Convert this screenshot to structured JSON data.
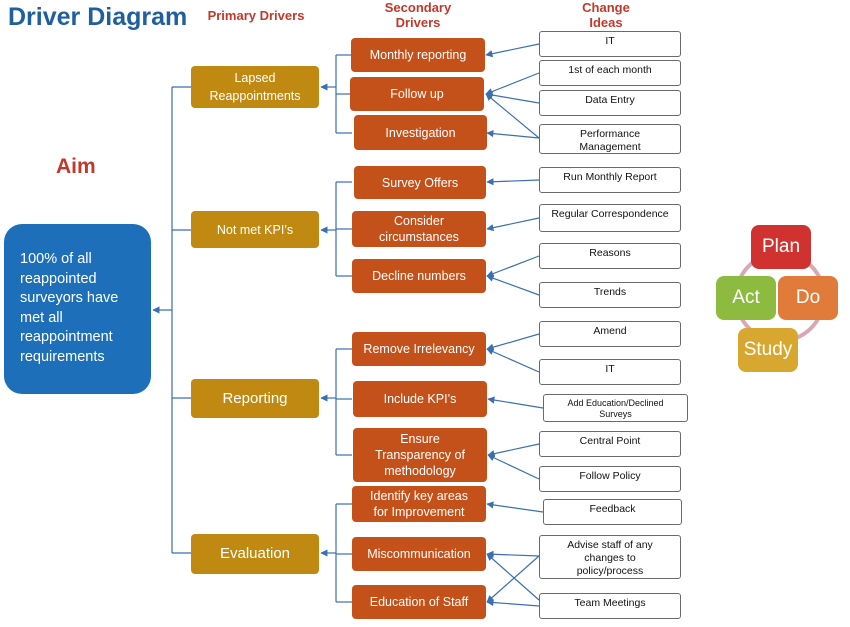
{
  "title": "Driver Diagram",
  "headers": {
    "primary": "Primary Drivers",
    "secondary_1": "Secondary",
    "secondary_2": "Drivers",
    "change_1": "Change",
    "change_2": "Ideas"
  },
  "aim_label": "Aim",
  "aim_text_lines": [
    "100% of all",
    "reappointed",
    "surveyors have",
    "met all",
    "reappointment",
    "requirements"
  ],
  "primary_drivers": [
    {
      "label_lines": [
        "Lapsed",
        "Reappointments"
      ]
    },
    {
      "label_lines": [
        "Not met KPI’s"
      ]
    },
    {
      "label_lines": [
        "Reporting"
      ]
    },
    {
      "label_lines": [
        "Evaluation"
      ]
    }
  ],
  "secondary_drivers": [
    {
      "label_lines": [
        "Monthly reporting"
      ]
    },
    {
      "label_lines": [
        "Follow up"
      ]
    },
    {
      "label_lines": [
        "Investigation"
      ]
    },
    {
      "label_lines": [
        "Survey Offers"
      ]
    },
    {
      "label_lines": [
        "Consider",
        "circumstances"
      ]
    },
    {
      "label_lines": [
        "Decline numbers"
      ]
    },
    {
      "label_lines": [
        "Remove Irrelevancy"
      ]
    },
    {
      "label_lines": [
        "Include KPI’s"
      ]
    },
    {
      "label_lines": [
        "Ensure",
        "Transparency of",
        "methodology"
      ]
    },
    {
      "label_lines": [
        "Identify key areas",
        "for Improvement"
      ]
    },
    {
      "label_lines": [
        "Miscommunication"
      ]
    },
    {
      "label_lines": [
        "Education of Staff"
      ]
    }
  ],
  "change_ideas": [
    {
      "label_lines": [
        "IT"
      ]
    },
    {
      "label_lines": [
        "1st of each month"
      ]
    },
    {
      "label_lines": [
        "Data Entry"
      ]
    },
    {
      "label_lines": [
        "Performance",
        "Management"
      ]
    },
    {
      "label_lines": [
        "Run Monthly Report"
      ]
    },
    {
      "label_lines": [
        "Regular Correspondence"
      ]
    },
    {
      "label_lines": [
        "Reasons"
      ]
    },
    {
      "label_lines": [
        "Trends"
      ]
    },
    {
      "label_lines": [
        "Amend"
      ]
    },
    {
      "label_lines": [
        "IT"
      ]
    },
    {
      "label_lines": [
        "Add Education/Declined",
        "Surveys"
      ]
    },
    {
      "label_lines": [
        "Central Point"
      ]
    },
    {
      "label_lines": [
        "Follow Policy"
      ]
    },
    {
      "label_lines": [
        "Feedback"
      ]
    },
    {
      "label_lines": [
        "Advise staff of any",
        "changes to",
        "policy/process"
      ]
    },
    {
      "label_lines": [
        "Team Meetings"
      ]
    }
  ],
  "pdca": {
    "plan": "Plan",
    "do": "Do",
    "study": "Study",
    "act": "Act",
    "colors": {
      "plan": "#d0322f",
      "do": "#e07b39",
      "study": "#d8a730",
      "act": "#8cbb3f",
      "ring": "#d7a8b6"
    }
  },
  "colors": {
    "title": "#1f5f9e",
    "header": "#c0392b",
    "aim_box": "#1e6fb9",
    "primary": "#c08a12",
    "secondary": "#c4511a",
    "connector": "#3a6fb0"
  }
}
